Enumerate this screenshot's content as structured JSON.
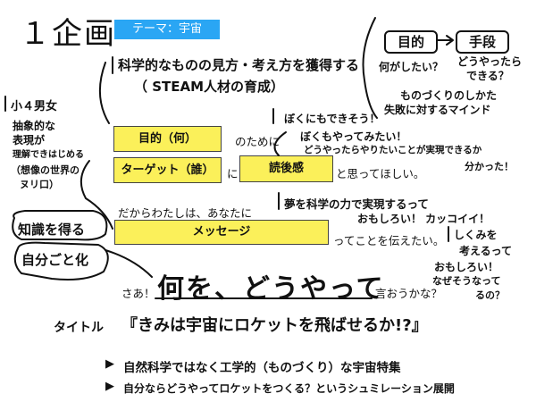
{
  "slide": {
    "title": "１企画",
    "theme_label": "テーマ：宇宙"
  },
  "boxes": {
    "purpose": "目的（何）",
    "target": "ターゲット（誰）",
    "feeling": "読後感",
    "message": "メッセージ"
  },
  "template": {
    "for": "のために",
    "ni": "に",
    "want": "と思ってほしい。",
    "so_i": "だからわたしは、あなたに",
    "convey": "ってことを伝えたい。",
    "saa": "さあ！",
    "how": "何を、どうやって",
    "say": "言おうかな？"
  },
  "notes": {
    "science_learn": "科学的なものの見方・考え方を獲得する",
    "steam": "（ STEAM人材の育成）",
    "grade": "小４男女",
    "abstract": [
      "抽象的な",
      "表現が",
      "理解できはじめる",
      "（想像の世界の",
      "ヌリ口）"
    ],
    "knowledge": "知識を得る",
    "personal": "自分ごと化",
    "me_too": "ぼくにもできそう！",
    "want_try": "ぼくもやってみたい！",
    "how_realize": [
      "どうやったらやりたいことが実現できるか",
      "分かった！"
    ],
    "dream": [
      "夢を科学の力で実現するって",
      "おもしろい！ カッコイイ！"
    ],
    "think": [
      "しくみを",
      "考えるって",
      "おもしろい！",
      "なぜそうなって",
      "るの？"
    ],
    "purpose_label": "目的",
    "means_label": "手段",
    "what_want": "何がしたい？",
    "how_can": [
      "どうやったら",
      "できる？"
    ],
    "monozukuri": [
      "ものづくりのしかた",
      "失敗に対するマインド"
    ],
    "title_label": "タイトル",
    "title_text": "『きみは宇宙にロケットを飛ばせるか!?』",
    "bullet1": "自然科学ではなく工学的（ものづくり）な宇宙特集",
    "bullet2": "自分ならどうやってロケットをつくる？というシュミレーション展開"
  },
  "colors": {
    "theme_badge": "#2aa6f4",
    "yellow_box": "#fbf05a",
    "ink": "#111111"
  }
}
